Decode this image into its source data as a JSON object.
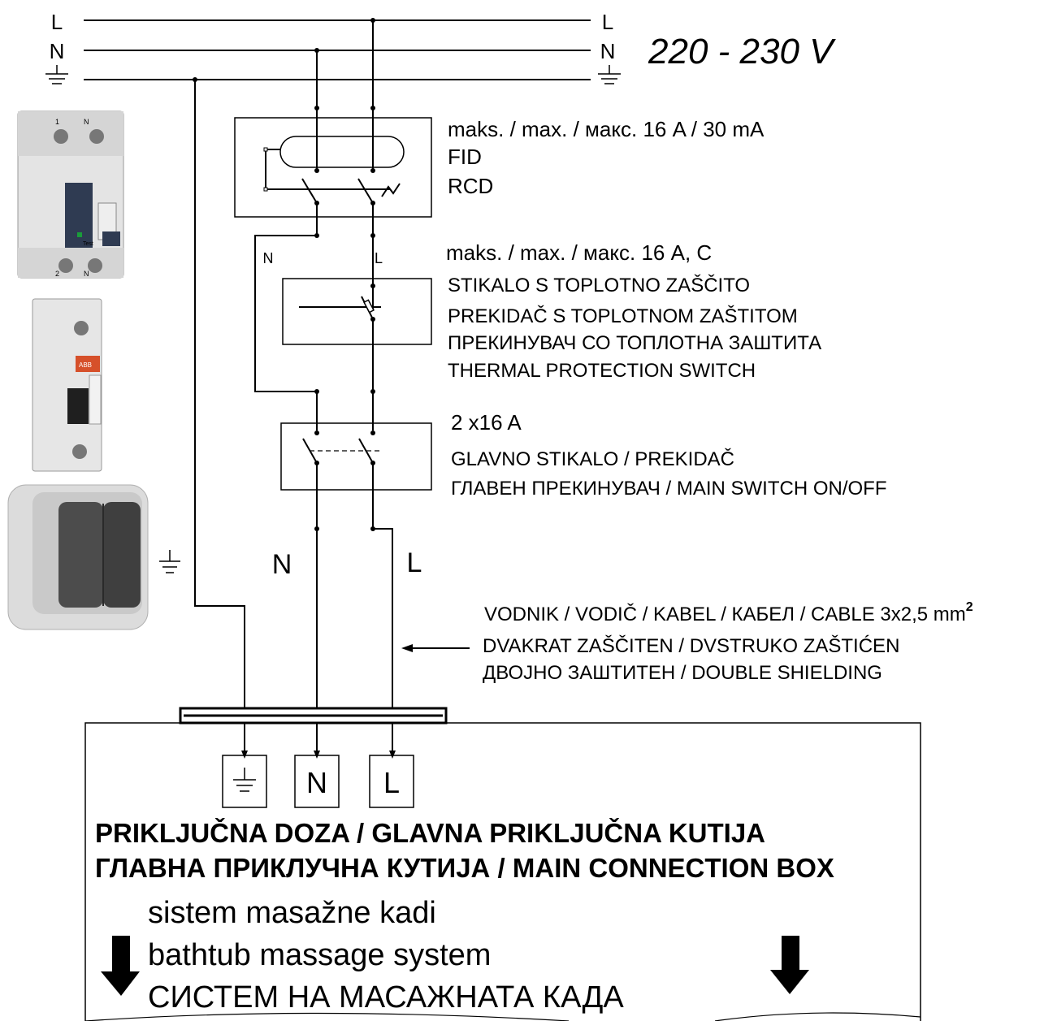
{
  "mains": {
    "left_labels": [
      "L",
      "N"
    ],
    "right_labels": [
      "L",
      "N"
    ],
    "voltage": "220 - 230 V"
  },
  "rcd": {
    "lines": [
      "maks. / max. / макс. 16 A / 30 mA",
      "FID",
      "RCD"
    ]
  },
  "breaker": {
    "wire_labels": [
      "N",
      "L"
    ],
    "lines": [
      "maks. / max. / макс. 16 A, C",
      "STIKALO S TOPLOTNO ZAŠČITO",
      "PREKIDAČ S TOPLOTNOM ZAŠTITOM",
      "ПРЕКИНУВАЧ СО ТОПЛОТНА ЗАШТИТА",
      "THERMAL PROTECTION SWITCH"
    ]
  },
  "main_switch": {
    "lines": [
      "2 x16 A",
      "GLAVNO STIKALO / PREKIDAČ",
      "ГЛАВЕН ПРЕКИНУВАЧ / MAIN SWITCH ON/OFF"
    ]
  },
  "output": {
    "n_label": "N",
    "l_label": "L"
  },
  "cable": {
    "line1": "VODNIK / VODIČ / KABEL  / КАБЕЛ / CABLE 3x2,5 mm",
    "superscript": "2",
    "line2": "DVAKRAT ZAŠČITEN / DVSTRUKO ZAŠTIĆEN",
    "line3": "ДВОЈНО ЗАШТИТЕН / DOUBLE SHIELDING"
  },
  "terminals": [
    "N",
    "L"
  ],
  "connection_box": {
    "title1": "PRIKLJUČNA DOZA / GLAVNA PRIKLJUČNA KUTIJA",
    "title2": "ГЛАВНА ПРИКЛУЧНА КУТИЈА / MAIN CONNECTION BOX",
    "sub": [
      "sistem masažne kadi",
      "bathtub massage system",
      "СИСТЕМ НА МАСАЖНАТА КАДА"
    ]
  },
  "devices": {
    "rcd_marks": [
      "1",
      "N",
      "2",
      "N",
      "Test"
    ],
    "mcb_brand": "ABB"
  }
}
